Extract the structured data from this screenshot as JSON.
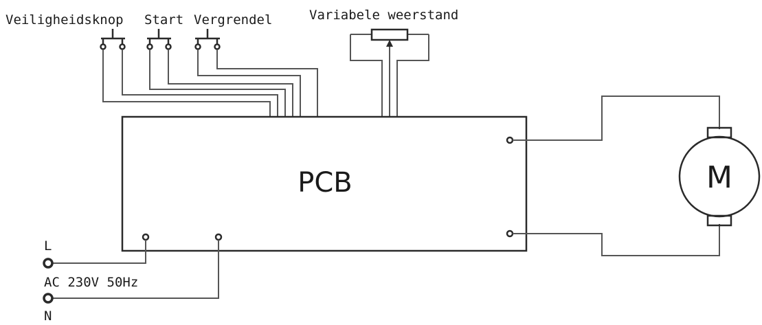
{
  "labels": {
    "safety_button": "Veiligheidsknop",
    "start": "Start",
    "lock": "Vergrendel",
    "variable_resistor": "Variabele weerstand",
    "pcb": "PCB",
    "motor": "M",
    "live": "L",
    "supply": "AC 230V 50Hz",
    "neutral": "N"
  }
}
